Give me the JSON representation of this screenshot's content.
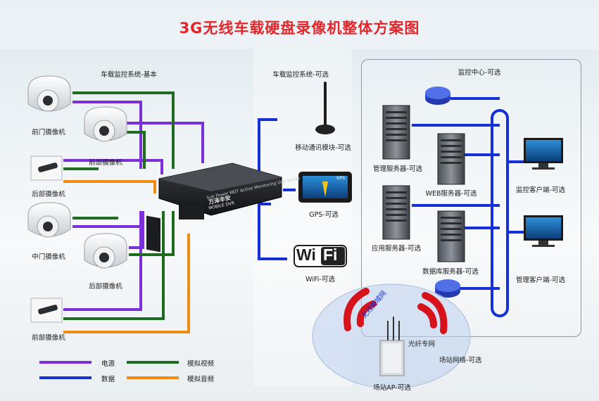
{
  "title": "3G无线车载硬盘录像机整体方案图",
  "sections": {
    "basic": "车载监控系统-基本",
    "optional": "车载监控系统-可选",
    "center": "监控中心-可选"
  },
  "cameras": {
    "front_door": "前门摄像机",
    "front_1": "前部摄像机",
    "rear_1": "后部摄像机",
    "middle_door": "中门摄像机",
    "rear_2": "后部摄像机",
    "front_2": "前部摄像机"
  },
  "device": {
    "brand": "万泽丰安",
    "model_line": "Sub Power MDT Active Monitoring Unit Series",
    "sub": "MOBILE DVR"
  },
  "optional_modules": {
    "mobile": "移动通讯模块-可选",
    "gps": "GPS-可选",
    "gps_screen": "GPS",
    "wifi": "WiFi-可选",
    "wifi_logo_wi": "Wi",
    "wifi_logo_fi": "Fi"
  },
  "center": {
    "mgmt_server": "管理服务器-可选",
    "web_server": "WEB服务器-可选",
    "app_server": "应用服务器-可选",
    "db_server": "数据库服务器-可选",
    "monitor_client": "监控客户端-可选",
    "mgmt_client": "管理客户端-可选"
  },
  "station": {
    "wlan": "无线局域网",
    "fiber": "光纤专网",
    "network": "场站网络-可选",
    "ap": "场站AP-可选"
  },
  "legend": [
    {
      "label": "电源",
      "color": "#7b2fd8"
    },
    {
      "label": "模拟视频",
      "color": "#1f6b1f"
    },
    {
      "label": "数据",
      "color": "#1530d8"
    },
    {
      "label": "模拟音频",
      "color": "#f08c14"
    }
  ],
  "colors": {
    "power": "#7b2fd8",
    "video": "#1f6b1f",
    "data": "#1530d8",
    "audio": "#f08c14",
    "title": "#e3262a"
  }
}
